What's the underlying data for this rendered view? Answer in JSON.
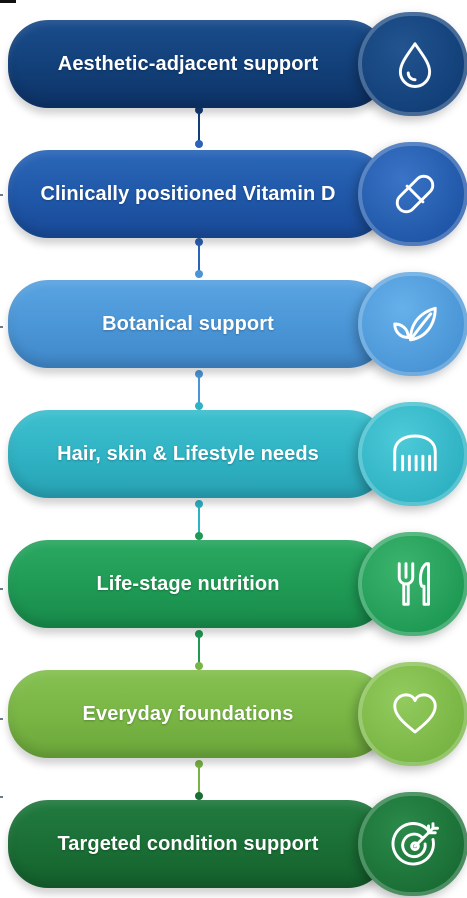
{
  "items": [
    {
      "label": "Aesthetic-adjacent support",
      "icon": "water-drop-icon",
      "pill_color": "#123f78",
      "badge_color": "#173f7a"
    },
    {
      "label": "Clinically positioned Vitamin D",
      "icon": "capsule-icon",
      "pill_color": "#2057a8",
      "badge_color": "#2a63b8"
    },
    {
      "label": "Botanical support",
      "icon": "leaf-icon",
      "pill_color": "#4a95d6",
      "badge_color": "#55a3e0"
    },
    {
      "label": "Hair, skin & Lifestyle needs",
      "icon": "comb-icon",
      "pill_color": "#2fb2c3",
      "badge_color": "#3dbccb"
    },
    {
      "label": "Life-stage nutrition",
      "icon": "fork-knife-icon",
      "pill_color": "#1f9a55",
      "badge_color": "#2da35e"
    },
    {
      "label": "Everyday foundations",
      "icon": "heart-icon",
      "pill_color": "#78b544",
      "badge_color": "#84bf4e"
    },
    {
      "label": "Targeted condition support",
      "icon": "target-icon",
      "pill_color": "#1a6e35",
      "badge_color": "#1e7a3b"
    }
  ],
  "connector_colors": [
    "#123f78",
    "#2a63b8",
    "#4a95d6",
    "#2fb2c3",
    "#1f9a55",
    "#78b544"
  ]
}
